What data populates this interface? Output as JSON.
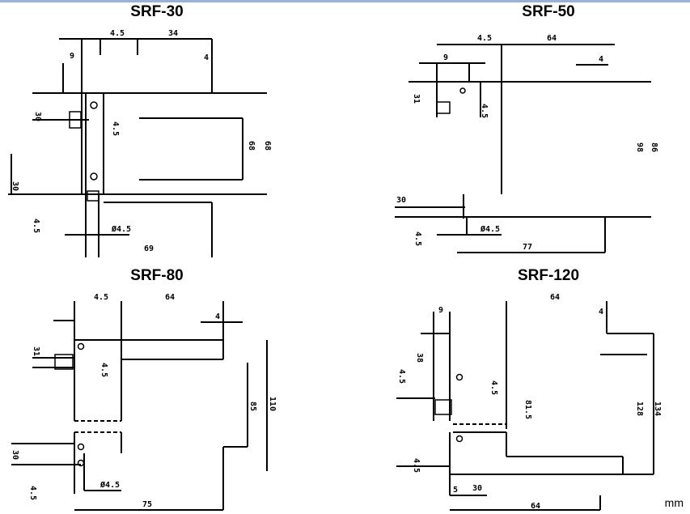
{
  "titles": {
    "srf30": "SRF-30",
    "srf50": "SRF-50",
    "srf80": "SRF-80",
    "srf120": "SRF-120"
  },
  "unit": "mm",
  "srf30": {
    "d1": "4.5",
    "d2": "34",
    "d3": "9",
    "d4": "4",
    "d5": "30",
    "d6": "4.5",
    "d7": "68",
    "d8": "68",
    "d9": "30",
    "d10": "4.5",
    "hole": "Ø4.5",
    "width": "69"
  },
  "srf50": {
    "d1": "4.5",
    "d2": "64",
    "d3": "9",
    "d4": "4",
    "d5": "31",
    "d6": "4.5",
    "d7": "98",
    "d8": "86",
    "d9": "30",
    "d10": "4.5",
    "hole": "Ø4.5",
    "width": "77"
  },
  "srf80": {
    "d1": "4.5",
    "d2": "64",
    "d3": "4",
    "d4": "31",
    "d5": "4.5",
    "d6": "85",
    "d7": "110",
    "d8": "30",
    "d9": "4.5",
    "hole": "Ø4.5",
    "width": "75"
  },
  "srf120": {
    "d1": "9",
    "d2": "64",
    "d3": "4",
    "d4": "38",
    "d5": "4.5",
    "d6": "4.5",
    "d7": "81.5",
    "d8": "128",
    "d9": "134",
    "d10": "5",
    "d11": "30",
    "d12": "64",
    "d13": "4.5"
  }
}
